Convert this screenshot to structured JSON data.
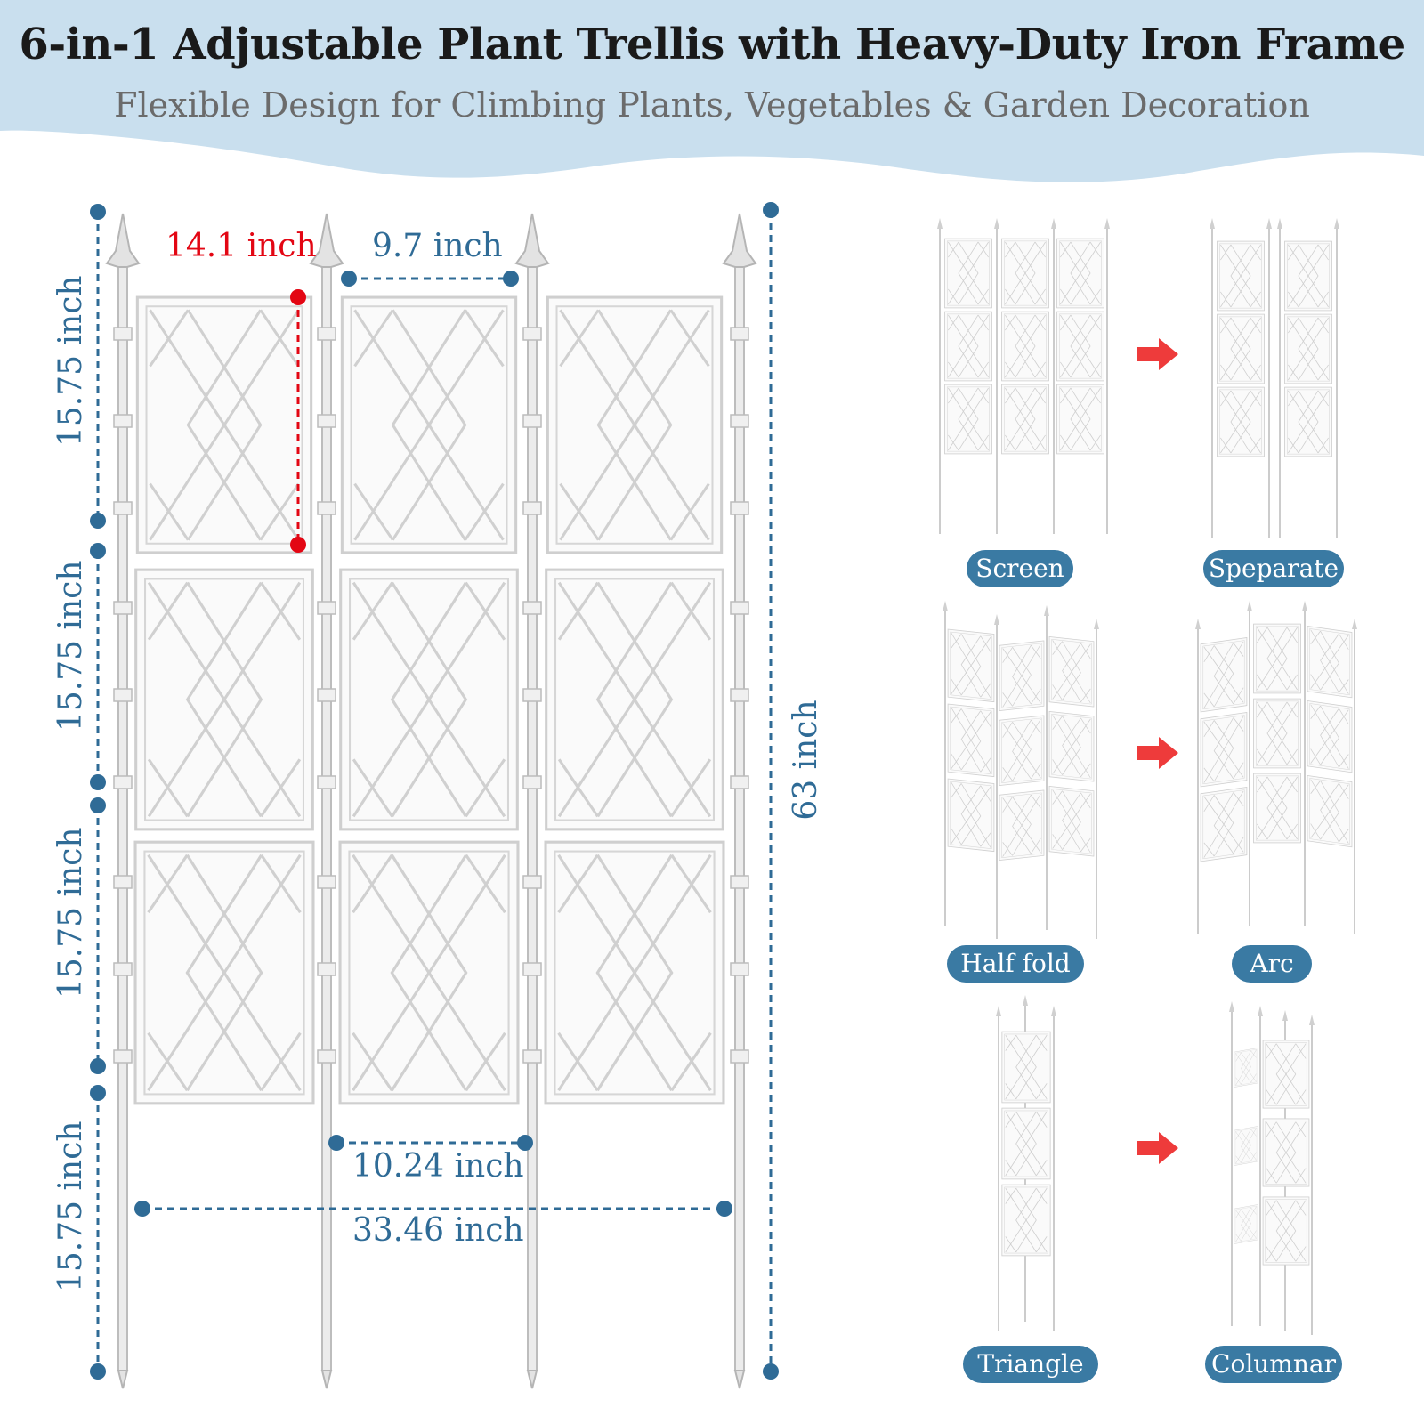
{
  "header": {
    "title": "6-in-1 Adjustable Plant Trellis with Heavy-Duty Iron Frame",
    "subtitle": "Flexible Design for Climbing Plants, Vegetables & Garden Decoration"
  },
  "dimensions": {
    "panel_height_red": "14.1 inch",
    "gap_top": "9.7 inch",
    "section_1": "15.75 inch",
    "section_2": "15.75 inch",
    "section_3": "15.75 inch",
    "section_4": "15.75 inch",
    "total_height": "63 inch",
    "panel_width": "10.24 inch",
    "total_width": "33.46 inch"
  },
  "modes": [
    {
      "label": "Screen"
    },
    {
      "label": "Speparate"
    },
    {
      "label": "Half fold"
    },
    {
      "label": "Arc"
    },
    {
      "label": "Triangle"
    },
    {
      "label": "Columnar"
    }
  ],
  "colors": {
    "header_bg": "#c9dfee",
    "dimension_blue": "#2f6b96",
    "highlight_red": "#e30613",
    "pill_bg": "#3a7aa3",
    "arrow_red": "#ee3b3b",
    "frame_white": "#f4f4f4",
    "frame_outline": "#c9c9c9"
  }
}
